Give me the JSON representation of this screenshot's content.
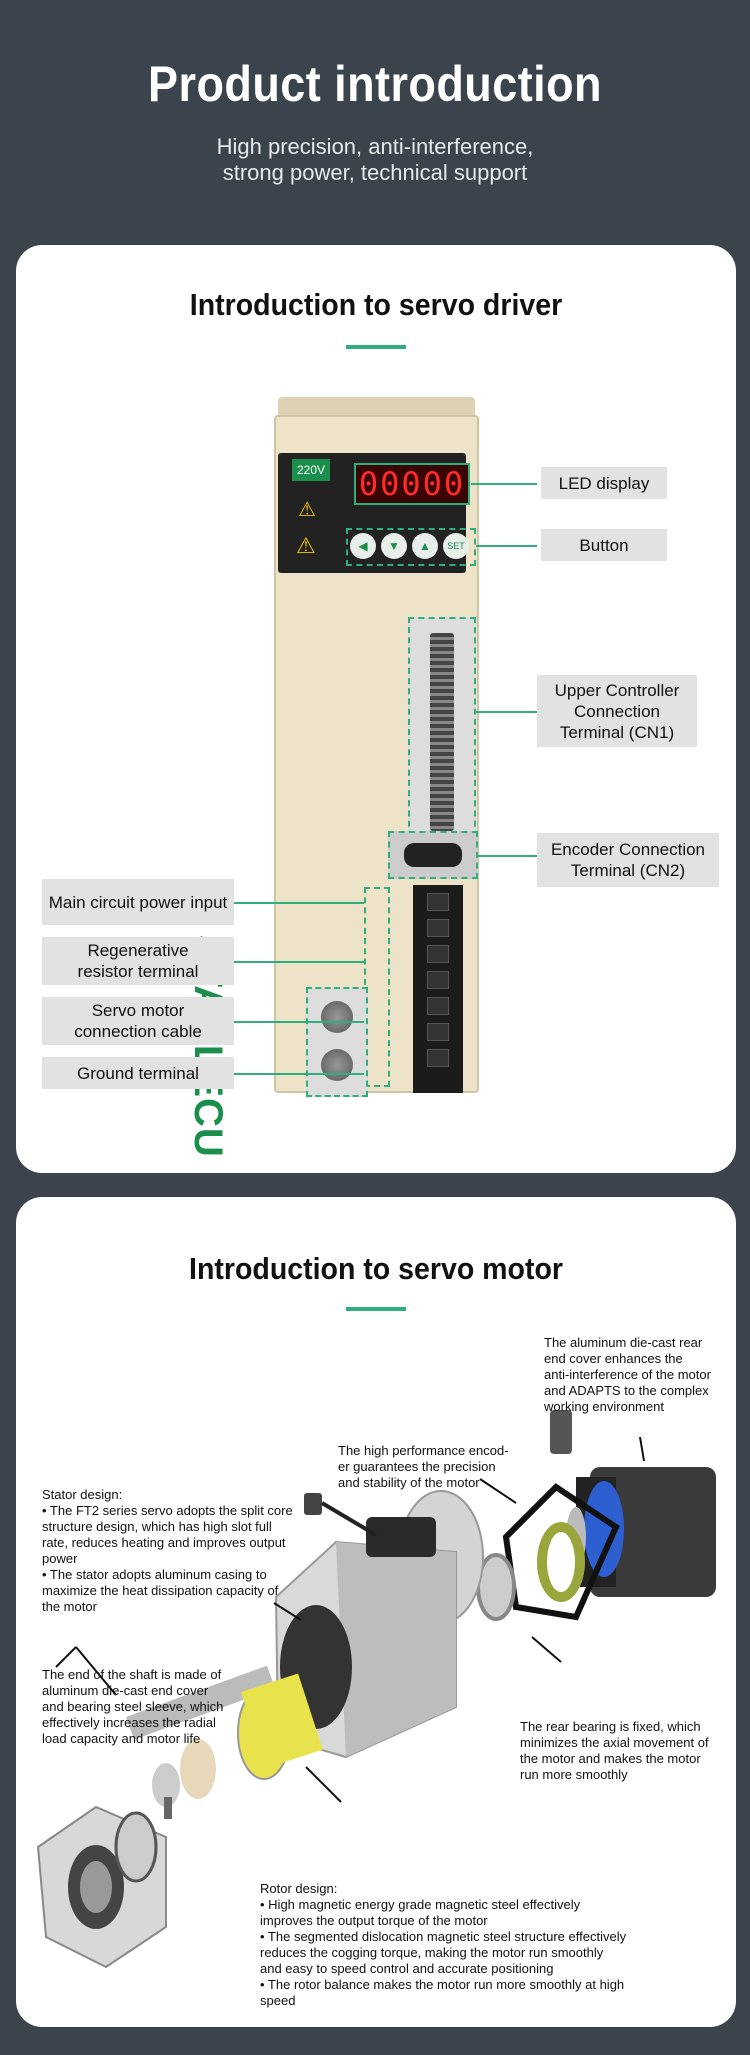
{
  "hero": {
    "title": "Product introduction",
    "subtitle_line1": "High precision, anti-interference,",
    "subtitle_line2": "strong power, technical support"
  },
  "driver": {
    "title": "Introduction to servo driver",
    "led_digits": "00000",
    "voltage_badge": "220V",
    "brand_text": "STABLECU",
    "labels": {
      "led_display": "LED display",
      "button": "Button",
      "cn1_l1": "Upper Controller",
      "cn1_l2": "Connection",
      "cn1_l3": "Terminal (CN1)",
      "cn2_l1": "Encoder Connection",
      "cn2_l2": "Terminal (CN2)",
      "main_power": "Main circuit power input",
      "regen_l1": "Regenerative",
      "regen_l2": "resistor terminal",
      "motor_l1": "Servo motor",
      "motor_l2": "connection cable",
      "ground": "Ground terminal"
    },
    "keys": [
      "◀",
      "▼",
      "▲",
      "SET"
    ]
  },
  "motor": {
    "title": "Introduction to servo motor",
    "notes": {
      "rear_cover": [
        "The aluminum die-cast rear",
        "end cover enhances the",
        "anti-interference of the motor",
        "and ADAPTS to the complex",
        "working environment"
      ],
      "encoder": [
        "The high performance encod-",
        "er guarantees the precision",
        "and stability of the motor"
      ],
      "stator": [
        "Stator design:",
        "• The FT2 series servo adopts the split core",
        "structure design, which has high slot full",
        "rate, reduces heating and improves output",
        "power",
        "• The stator adopts aluminum casing to",
        "maximize the heat dissipation capacity of",
        "the motor"
      ],
      "shaft": [
        "The end of the shaft is made of",
        "aluminum die-cast end cover",
        "and bearing steel sleeve, which",
        "effectively increases the radial",
        "load capacity and motor life"
      ],
      "bearing": [
        "The rear bearing is fixed, which",
        "minimizes the axial movement of",
        "the motor and makes the motor",
        "run more smoothly"
      ],
      "rotor": [
        "Rotor design:",
        "• High magnetic energy grade magnetic steel effectively",
        "improves the output torque of the motor",
        "• The segmented dislocation magnetic steel structure effectively",
        "reduces the cogging torque, making the motor run smoothly",
        "and easy to speed control and accurate positioning",
        "• The rotor balance makes the motor run more smoothly at high",
        "speed"
      ]
    }
  },
  "colors": {
    "accent": "#2eaf7d",
    "background": "#3b444d"
  }
}
